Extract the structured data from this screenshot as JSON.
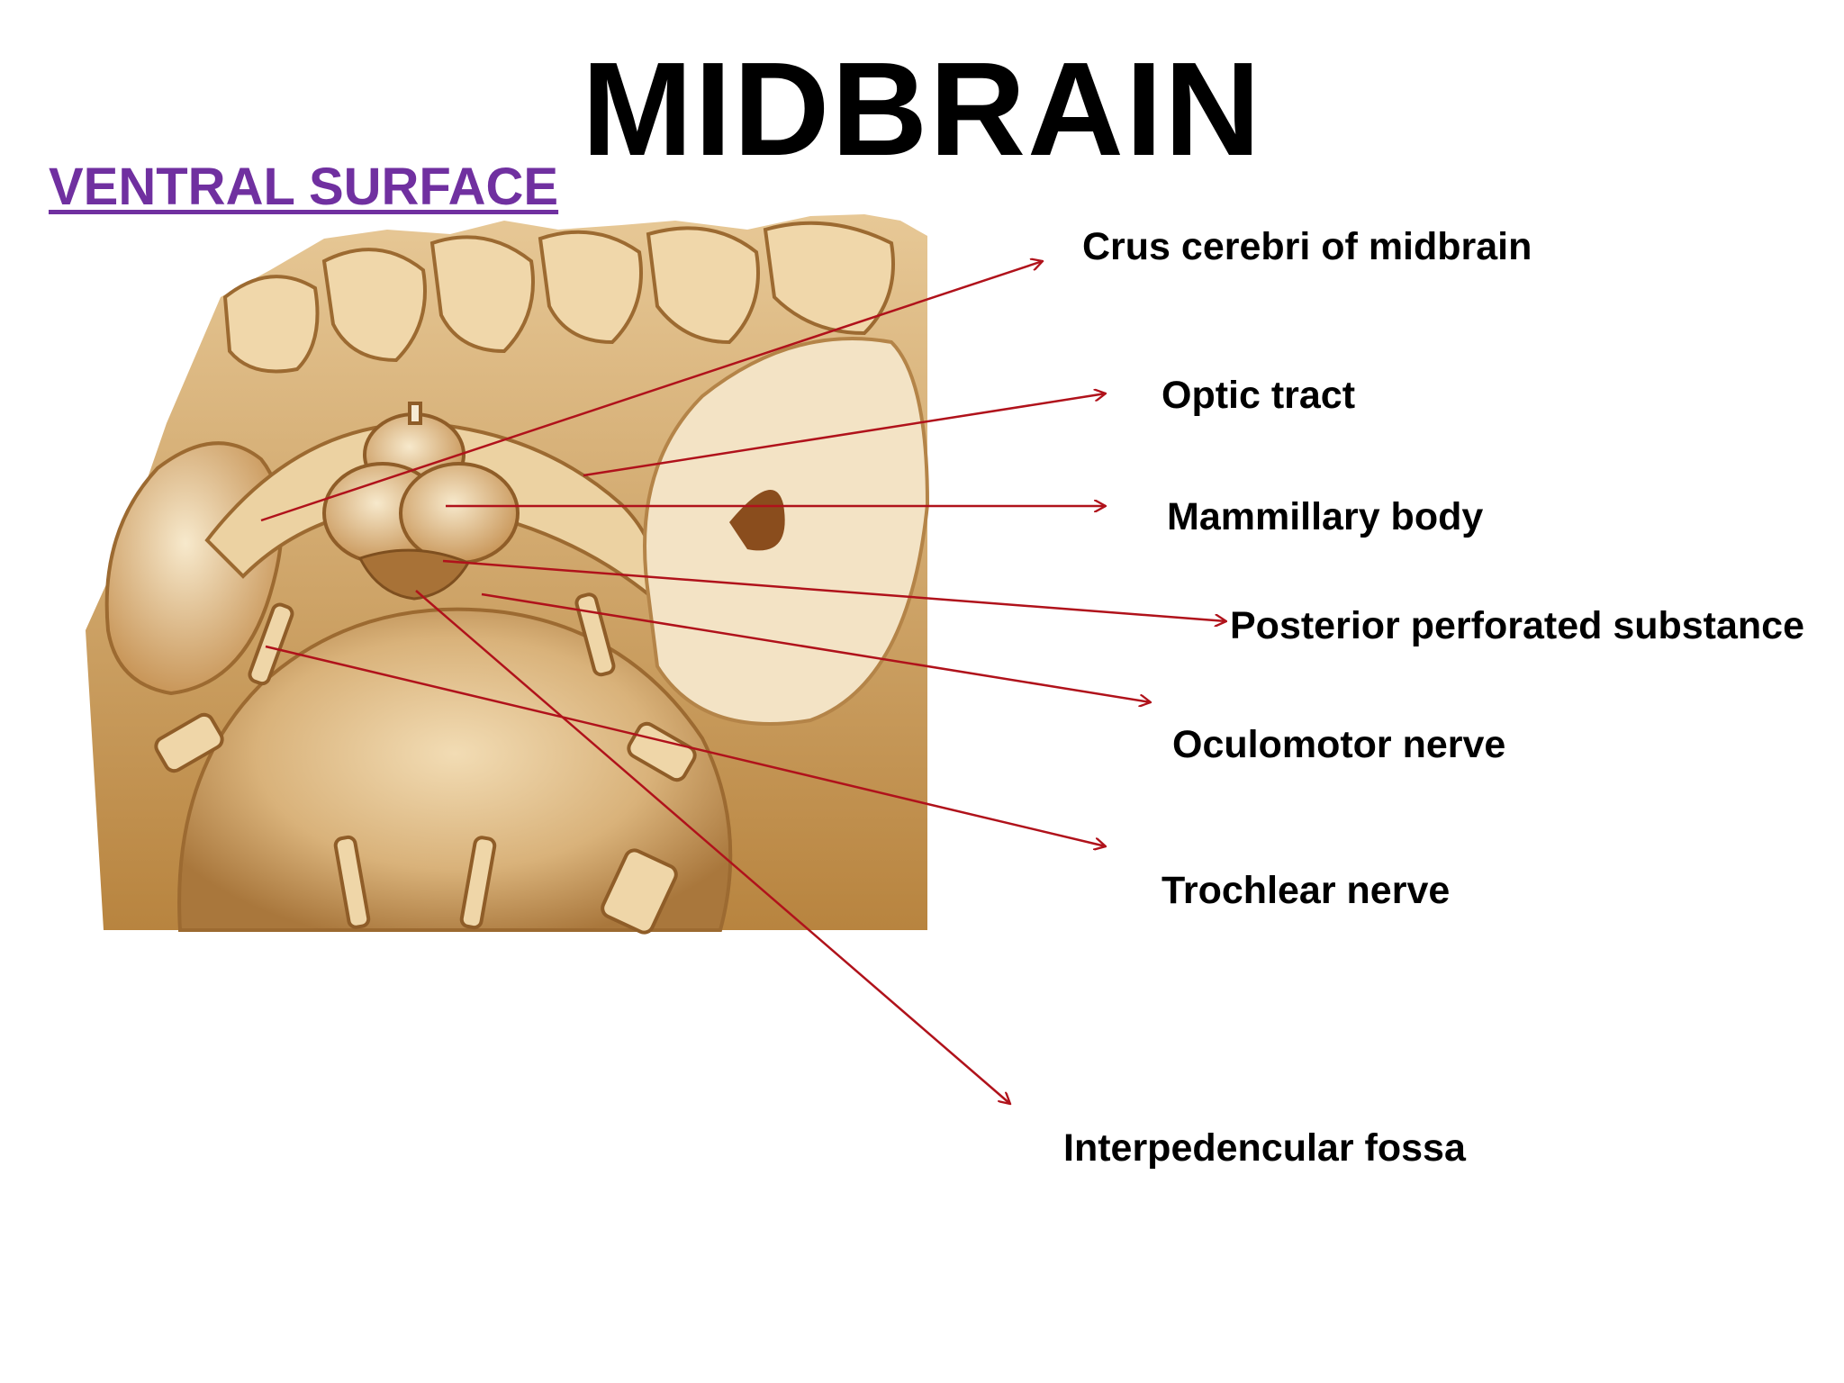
{
  "title": "MIDBRAIN",
  "subtitle": "VENTRAL SURFACE",
  "colors": {
    "subtitle": "#7030a0",
    "leader_lines": "#b0121b",
    "illustration_base": "#d8b27a"
  },
  "labels": {
    "crus": "Crus cerebri of midbrain",
    "optic": "Optic tract",
    "mammillary": "Mammillary body",
    "posterior": "Posterior perforated  substance",
    "oculomotor": "Oculomotor nerve",
    "trochlear": "Trochlear nerve",
    "fossa": "Interpedencular fossa"
  }
}
